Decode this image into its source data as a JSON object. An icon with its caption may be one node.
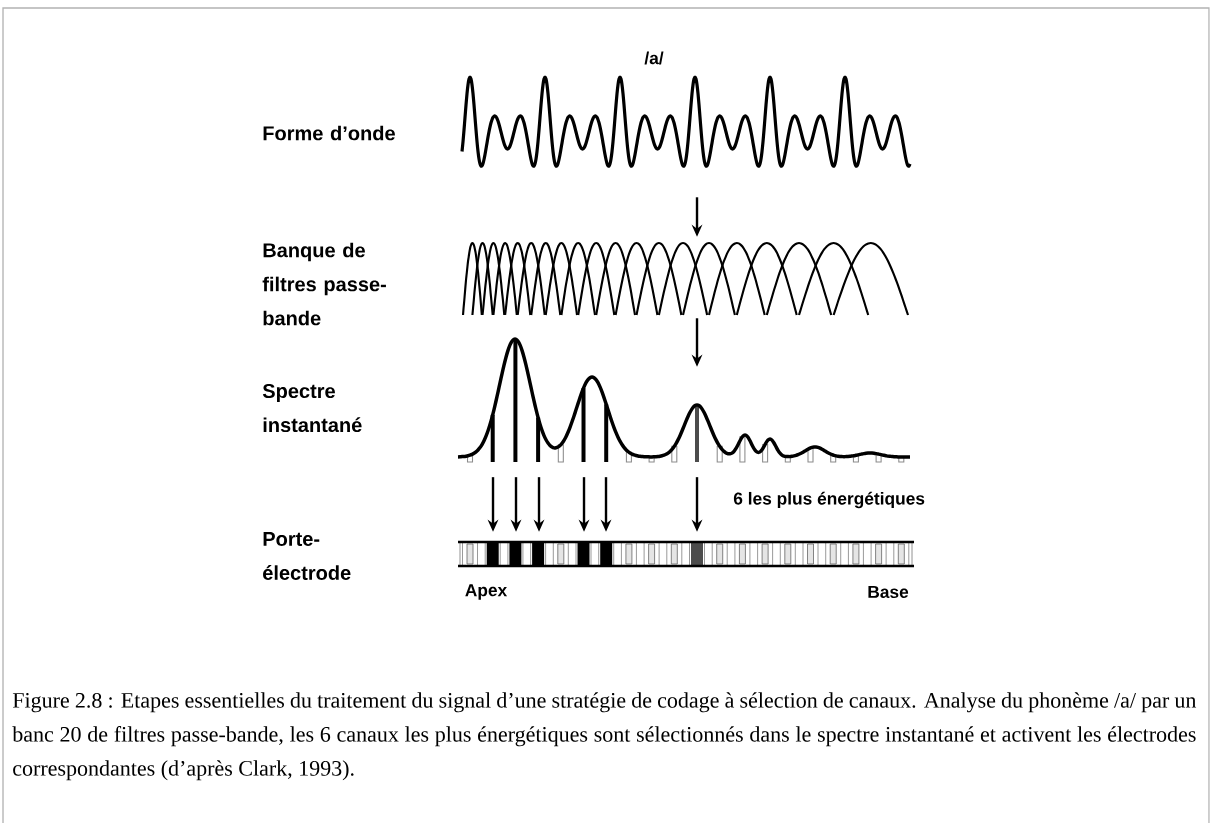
{
  "diagram": {
    "nodes": [
      {
        "text": [],
        "shape": "picture"
      },
      {
        "text": [],
        "shape": "picture"
      },
      {
        "text": [],
        "shape": "picture"
      },
      {
        "text": [],
        "shape": "picture"
      }
    ],
    "edges": [
      {
        "from": 0,
        "to": 1,
        "arrow": "to"
      },
      {
        "from": 1,
        "to": 2,
        "arrow": "to"
      },
      {
        "from": 2,
        "to": 3,
        "arrow": "to"
      },
      {
        "from": 2,
        "to": 3,
        "arrow": "to"
      },
      {
        "from": 2,
        "to": 3,
        "arrow": "to"
      },
      {
        "from": 2,
        "to": 3,
        "arrow": "to"
      },
      {
        "from": 2,
        "to": 3,
        "arrow": "to"
      },
      {
        "from": 2,
        "to": 3,
        "arrow": "to"
      }
    ],
    "labels": [
      "/a/",
      "Forme d’onde",
      "Banque de filtres passe-bande",
      "Spectre instantané",
      "6 les plus énergétiques",
      "Porte-électrode",
      "Apex",
      "Base"
    ],
    "caption": "Figure 2.8 : Etapes essentielles du traitement du signal d’une stratégie de codage à sélection de canaux. Analyse du phonème /a/ par un banc 20 de filtres passe-bande, les 6 canaux les plus énergétiques sont sélectionnés dans le spectre instantané et activent les électrodes correspondantes (d’après Clark, 1993)."
  }
}
